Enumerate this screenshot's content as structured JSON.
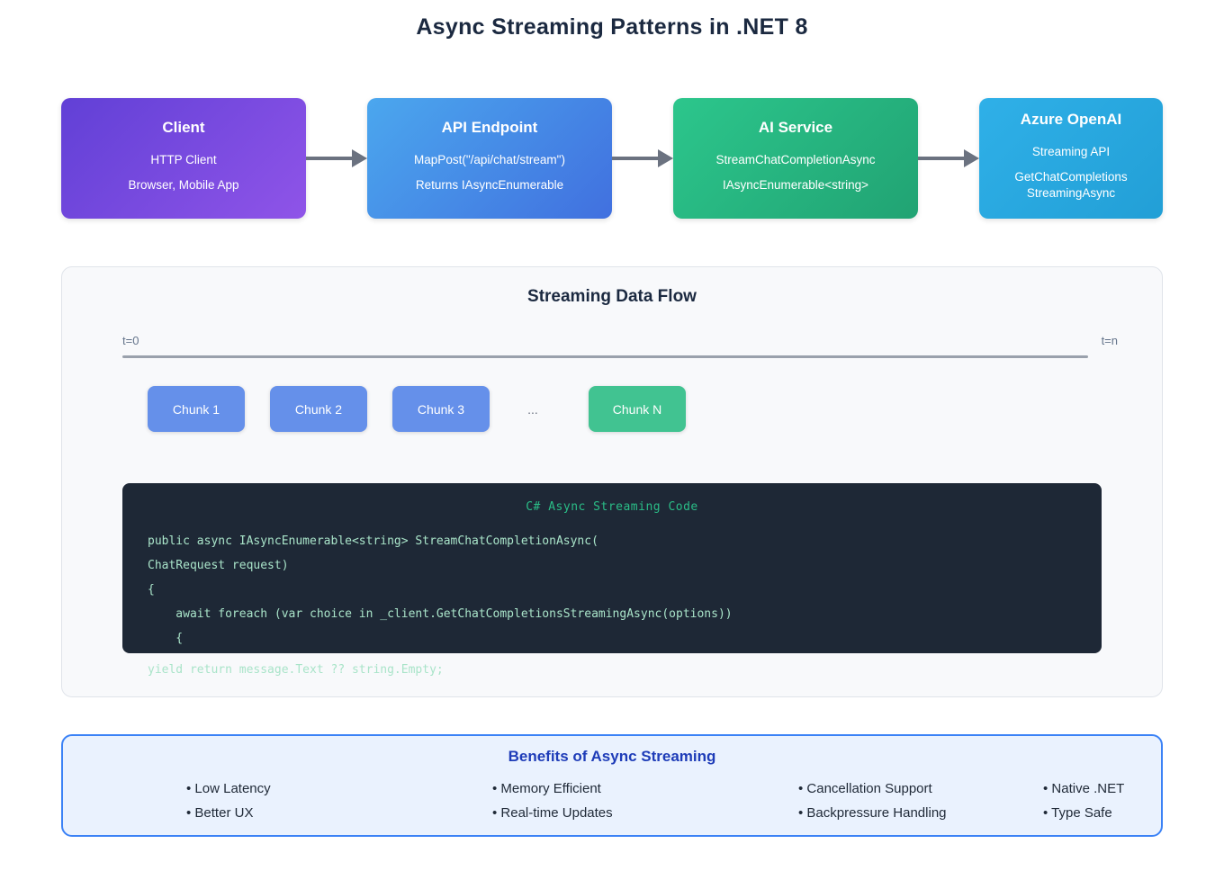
{
  "page": {
    "title": "Async Streaming Patterns in .NET 8"
  },
  "flow": {
    "arrow_color": "#6b7280",
    "nodes": [
      {
        "title": "Client",
        "lines": [
          "HTTP Client",
          "Browser, Mobile App"
        ],
        "gradient": {
          "from": "#6140d6",
          "to": "#8f54e8"
        }
      },
      {
        "title": "API Endpoint",
        "lines": [
          "MapPost(\"/api/chat/stream\")",
          "Returns IAsyncEnumerable"
        ],
        "gradient": {
          "from": "#4ba7ee",
          "to": "#4170df"
        }
      },
      {
        "title": "AI Service",
        "lines": [
          "StreamChatCompletionAsync",
          "IAsyncEnumerable<string>"
        ],
        "gradient": {
          "from": "#2cc68c",
          "to": "#21a373"
        }
      },
      {
        "title": "Azure OpenAI",
        "lines": [
          "Streaming API",
          "GetChatCompletions StreamingAsync"
        ],
        "gradient": {
          "from": "#2fb0e8",
          "to": "#229fd6"
        }
      }
    ]
  },
  "stream_panel": {
    "title": "Streaming Data Flow",
    "timeline": {
      "start_label": "t=0",
      "end_label": "t=n",
      "line_color": "#9aa1ac"
    },
    "ellipsis": "...",
    "chunks": [
      {
        "label": "Chunk 1",
        "color": "#6590ea"
      },
      {
        "label": "Chunk 2",
        "color": "#6590ea"
      },
      {
        "label": "Chunk 3",
        "color": "#6590ea"
      },
      {
        "label": "Chunk N",
        "color": "#41c391"
      }
    ],
    "code": {
      "header": "C# Async Streaming Code",
      "background": "#1e2836",
      "header_color": "#2abd87",
      "text_color": "#a9e4c9",
      "lines": [
        "public async IAsyncEnumerable<string> StreamChatCompletionAsync(",
        "ChatRequest request)",
        "{",
        "    await foreach (var choice in _client.GetChatCompletionsStreamingAsync(options))",
        "    {"
      ],
      "overflow_line": "yield return message.Text ?? string.Empty;"
    }
  },
  "benefits": {
    "title": "Benefits of Async Streaming",
    "accent_color": "#3b82f6",
    "background": "#eaf2fe",
    "columns": [
      [
        "• Low Latency",
        "• Better UX"
      ],
      [
        "• Memory Efficient",
        "• Real-time Updates"
      ],
      [
        "• Cancellation Support",
        "• Backpressure Handling"
      ],
      [
        "• Native .NET",
        "• Type Safe"
      ]
    ]
  }
}
